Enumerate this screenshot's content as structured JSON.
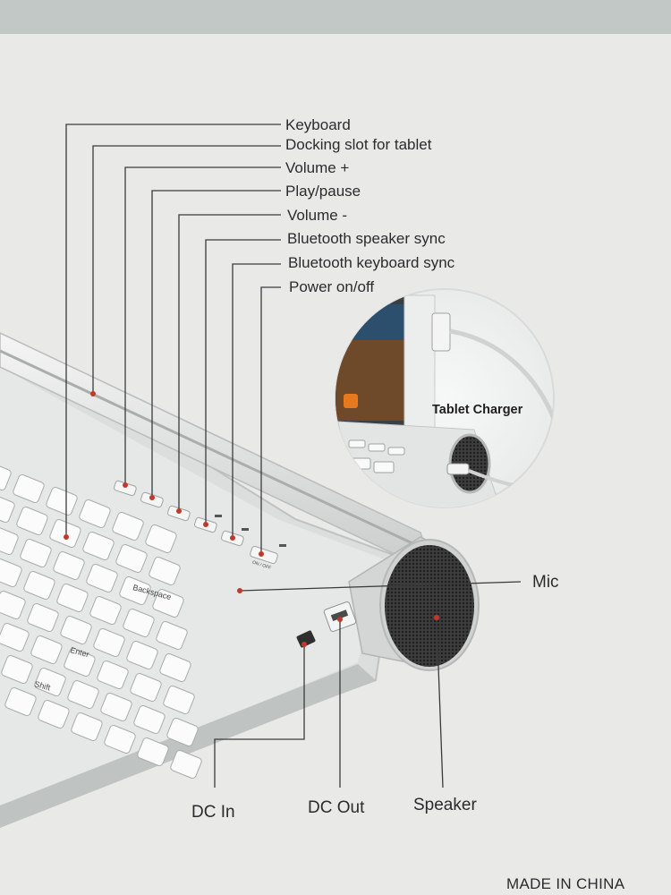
{
  "callouts_top": [
    {
      "label": "Keyboard"
    },
    {
      "label": "Docking slot for tablet"
    },
    {
      "label": "Volume +"
    },
    {
      "label": "Play/pause"
    },
    {
      "label": "Volume -"
    },
    {
      "label": "Bluetooth speaker sync"
    },
    {
      "label": "Bluetooth keyboard sync"
    },
    {
      "label": "Power on/off"
    }
  ],
  "callouts_bottom": [
    {
      "label": "Mic"
    },
    {
      "label": "DC In"
    },
    {
      "label": "DC Out"
    },
    {
      "label": "Speaker"
    }
  ],
  "inset": {
    "label": "Tablet Charger"
  },
  "footer": {
    "origin": "MADE IN CHINA"
  },
  "keyboard_keys": {
    "backspace": "Backspace",
    "enter": "Enter",
    "shift": "Shift",
    "on_off": "ON / OFF"
  },
  "colors": {
    "box_background": "#e9eae8",
    "leader_line": "#3a3a3a",
    "marker_dot": "#c0392b",
    "device_body": "#dcdedd",
    "speaker_grille": "#2a2a2a"
  }
}
